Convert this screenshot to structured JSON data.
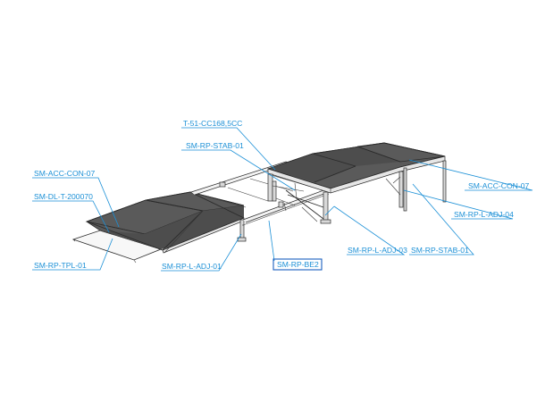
{
  "labels": {
    "t51": "T-51-CC168,5CC",
    "stab_top": "SM-RP-STAB-01",
    "acc_con_left": "SM-ACC-CON-07",
    "dl_t": "SM-DL-T-200070",
    "tpl": "SM-RP-TPL-01",
    "l_adj_left": "SM-RP-L-ADJ-01",
    "be2": "SM-RP-BE2",
    "l_adj_03": "SM-RP-L-ADJ-03",
    "stab_bottom": "SM-RP-STAB-01",
    "acc_con_right": "SM-ACC-CON-07",
    "l_adj_04": "SM-RP-L-ADJ-04"
  },
  "colors": {
    "callout": "#1a8fd6",
    "highlight_box": "#1a5fbf"
  }
}
